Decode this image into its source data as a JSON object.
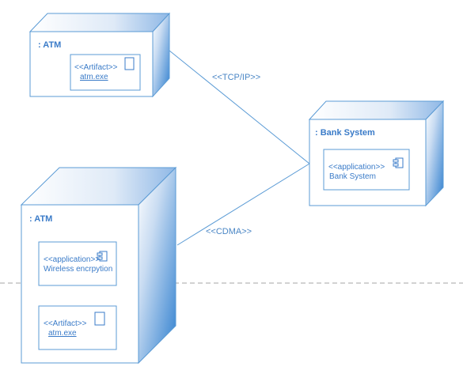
{
  "nodes": {
    "atm_top": {
      "title": ": ATM",
      "artifact": {
        "stereotype": "<<Artifact>>",
        "name": "atm.exe"
      }
    },
    "bank": {
      "title": ": Bank System",
      "component": {
        "stereotype": "<<application>>",
        "name": "Bank System"
      }
    },
    "atm_bottom": {
      "title": ": ATM",
      "component": {
        "stereotype": "<<application>>",
        "name": "Wireless encrpytion"
      },
      "artifact": {
        "stereotype": "<<Artifact>>",
        "name": "atm.exe"
      }
    }
  },
  "connections": {
    "tcp": "<<TCP/IP>>",
    "cdma": "<<CDMA>>"
  },
  "colors": {
    "line": "#5b9bd5",
    "gradient_start": "#ffffff",
    "gradient_end": "#2f7fcf",
    "dashed": "#a6a6a6"
  }
}
